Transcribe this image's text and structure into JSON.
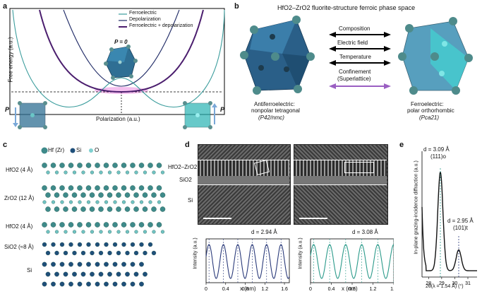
{
  "panels": {
    "a": {
      "letter": "a",
      "ylabel": "Free energy (a.u.)",
      "xlabel": "Polarization (a.u.)",
      "legend": [
        "Ferroelectric",
        "Depolarization",
        "Ferroelectric + depolarization"
      ],
      "p_zero": "P = 0",
      "p_left": "P",
      "p_right": "P",
      "colors": {
        "ferroelectric": "#3a9c9c",
        "depolarization": "#1f2a66",
        "sum": "#4b1e6e",
        "highlight": "#e98be0"
      }
    },
    "b": {
      "letter": "b",
      "title": "HfO2–ZrO2 fluorite-structure ferroic phase space",
      "arrows": [
        "Composition",
        "Electric field",
        "Temperature",
        "Confinement",
        "(Superlattice)"
      ],
      "left_caption": [
        "Antiferroelectric:",
        "nonpolar tetragonal",
        "(P42/nmc)"
      ],
      "right_caption": [
        "Ferroelectric:",
        "polar orthorhombic",
        "(Pca21)"
      ]
    },
    "c": {
      "letter": "c",
      "legend": [
        "Hf (Zr)",
        "Si",
        "O"
      ],
      "layers": [
        "HfO2 (4 Å)",
        "ZrO2 (12 Å)",
        "HfO2 (4 Å)",
        "SiO2 (≈8 Å)",
        "Si"
      ]
    },
    "d": {
      "letter": "d",
      "layers": [
        "HfO2–ZrO2",
        "SiO2",
        "Si"
      ],
      "left_d": "d = 2.94 Å",
      "right_d": "d = 3.08 Å",
      "ylabel": "Intensity (a.u.)",
      "xlabel": "x (nm)",
      "xticks": [
        "0",
        "0.4",
        "0.8",
        "1.2",
        "1.6"
      ]
    },
    "e": {
      "letter": "e",
      "ylabel": "In-plane grazing-incidence diffraction (a.u.)",
      "xlabel": "2θ(λ = 1.54 Å) (°)",
      "peak1_d": "d = 3.09 Å",
      "peak1_hkl": "(111)o",
      "peak2_d": "d = 2.95 Å",
      "peak2_hkl": "(101)t",
      "xticks": [
        "28",
        "29",
        "30",
        "31"
      ]
    }
  },
  "chart_data": [
    {
      "type": "line",
      "panel": "d-left",
      "x": [
        0,
        0.2,
        0.4,
        0.6,
        0.8,
        1.0,
        1.2,
        1.4,
        1.6,
        1.7
      ],
      "ylabel": "Intensity (a.u.)",
      "xlabel": "x (nm)",
      "xlim": [
        0,
        1.7
      ],
      "peak_spacing_nm": 0.294
    },
    {
      "type": "line",
      "panel": "d-right",
      "x": [
        0,
        0.2,
        0.4,
        0.6,
        0.8,
        1.0,
        1.2,
        1.4,
        1.6
      ],
      "ylabel": "Intensity (a.u.)",
      "xlabel": "x (nm)",
      "xlim": [
        0,
        1.6
      ],
      "peak_spacing_nm": 0.308
    },
    {
      "type": "line",
      "panel": "e",
      "xlabel": "2θ(λ = 1.54 Å) (°)",
      "ylabel": "In-plane grazing-incidence diffraction (a.u.)",
      "xlim": [
        27.5,
        31.7
      ],
      "peaks": [
        {
          "x": 28.9,
          "label": "(111)o"
        },
        {
          "x": 30.3,
          "label": "(101)t"
        }
      ]
    }
  ]
}
